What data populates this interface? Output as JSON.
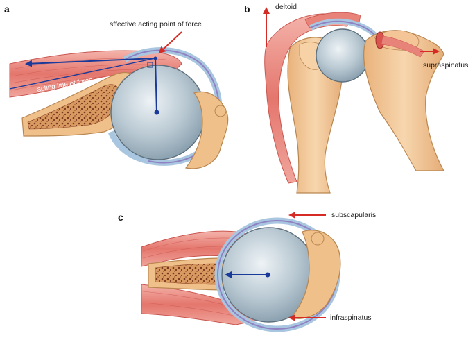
{
  "panels": {
    "a": {
      "letter": "a",
      "label_effective_point": "sffective acting point of force",
      "label_acting_line": "acting line of force"
    },
    "b": {
      "letter": "b",
      "label_deltoid": "deltoid",
      "label_supraspinatus": "supraspinatus"
    },
    "c": {
      "letter": "c",
      "label_subscapularis": "subscapularis",
      "label_infraspinatus": "infraspinatus"
    }
  },
  "colors": {
    "muscle": "#e8837a",
    "muscle_dark": "#c84a45",
    "bone": "#f2c28e",
    "bone_outline": "#b98650",
    "marrow": "#a85a35",
    "humeral_head": "#b9c9d3",
    "cartilage": "#a9c6e0",
    "capsule": "#9a8cc8",
    "vector_blue": "#1a3a9a",
    "arrow_red": "#d62b24"
  }
}
